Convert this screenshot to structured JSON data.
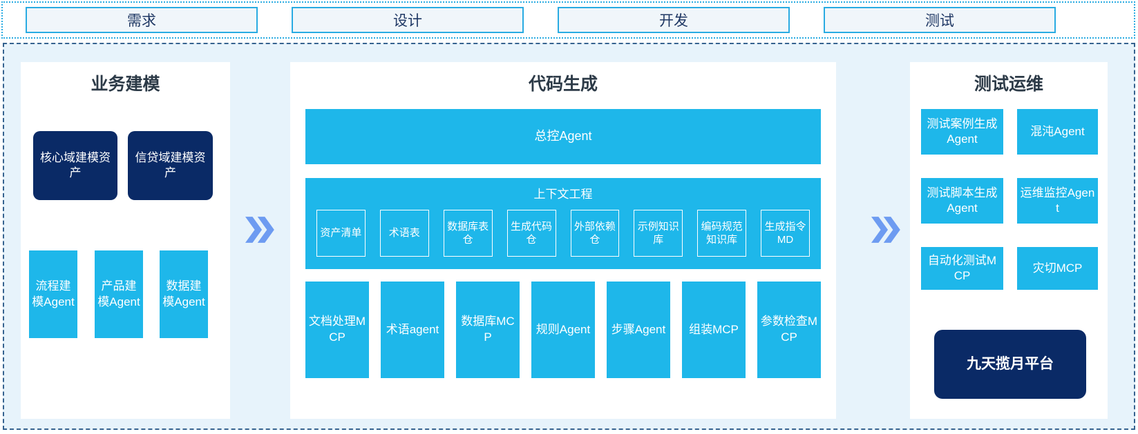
{
  "colors": {
    "cyan_box": "#1eb7ea",
    "navy_box": "#0a2a66",
    "phase_border": "#29abe2",
    "phase_fill": "#f0f6fa",
    "phase_text": "#1f3864",
    "container_bg": "#e7f3fb",
    "dashed_border": "#35628f",
    "arrow_blue": "#6d9bf1",
    "panel_bg": "#ffffff",
    "panel_title_text": "#2c3a47"
  },
  "phases": [
    "需求",
    "设计",
    "开发",
    "测试"
  ],
  "business_modeling": {
    "title": "业务建模",
    "asset_boxes": [
      "核心域建模资产",
      "信贷域建模资产"
    ],
    "agents": [
      "流程建模Agent",
      "产品建模Agent",
      "数据建模Agent"
    ]
  },
  "code_generation": {
    "title": "代码生成",
    "master_agent": "总控Agent",
    "context_engineering": {
      "title": "上下文工程",
      "items": [
        "资产清单",
        "术语表",
        "数据库表仓",
        "生成代码仓",
        "外部依赖仓",
        "示例知识库",
        "编码规范知识库",
        "生成指令MD"
      ]
    },
    "workers": [
      "文档处理MCP",
      "术语agent",
      "数据库MCP",
      "规则Agent",
      "步骤Agent",
      "组装MCP",
      "参数检查MCP"
    ]
  },
  "test_ops": {
    "title": "测试运维",
    "boxes": [
      "测试案例生成Agent",
      "混沌Agent",
      "测试脚本生成Agent",
      "运维监控Agent",
      "自动化测试MCP",
      "灾切MCP"
    ],
    "platform": "九天揽月平台"
  }
}
